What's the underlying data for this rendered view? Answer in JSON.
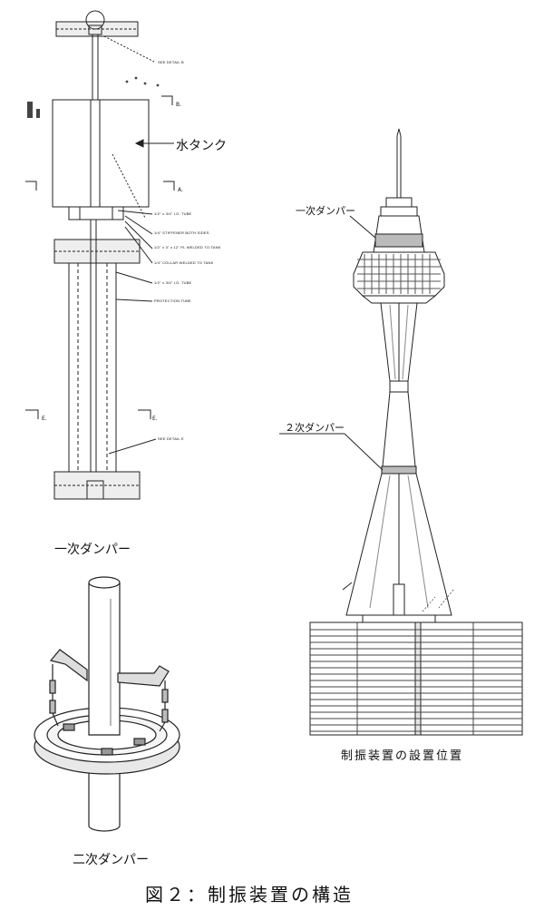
{
  "figure_caption": "図２：制振装置の構造",
  "left_panel": {
    "water_tank_label": "水タンク",
    "primary_damper_label": "一次ダンパー",
    "section_marks": [
      "B.",
      "A.",
      "E.",
      "E."
    ],
    "annotations": [
      "SEE DETAIL B",
      "1/2\" x 3/4\" I.D. TUBE",
      "1/4\" STIFFENER BOTH SIDES",
      "1/2\" x 3\" x 12\" PL WELDED TO TANK",
      "1/4\" COLLAR WELDED TO TANK",
      "1/2\" x 3/4\" I.D. TUBE",
      "PROTECTION TUBE",
      "SEE DETAIL E"
    ]
  },
  "bottom_left": {
    "secondary_damper_label": "二次ダンパー"
  },
  "right_panel": {
    "primary_damper_label": "一次ダンパー",
    "secondary_damper_label": "２次ダンパー",
    "caption": "制振装置の設置位置"
  }
}
